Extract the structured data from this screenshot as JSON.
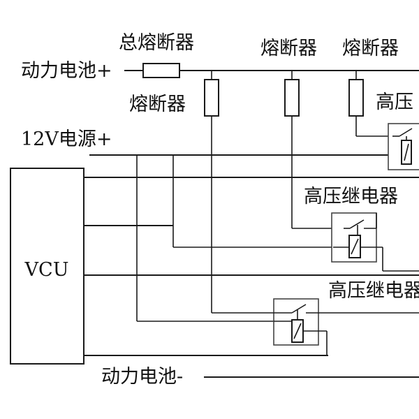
{
  "labels": {
    "main_fuse": "总熔断器",
    "fuse_top_1": "熔断器",
    "fuse_top_2": "熔断器",
    "fuse_left": "熔断器",
    "battery_pos": "动力电池+",
    "battery_neg": "动力电池-",
    "supply_12v": "12V电源+",
    "vcu": "VCU",
    "relay_1": "高压",
    "relay_2": "高压继电器",
    "relay_3": "高压继电器"
  },
  "colors": {
    "line": "#1a1a1a",
    "background": "#ffffff"
  }
}
